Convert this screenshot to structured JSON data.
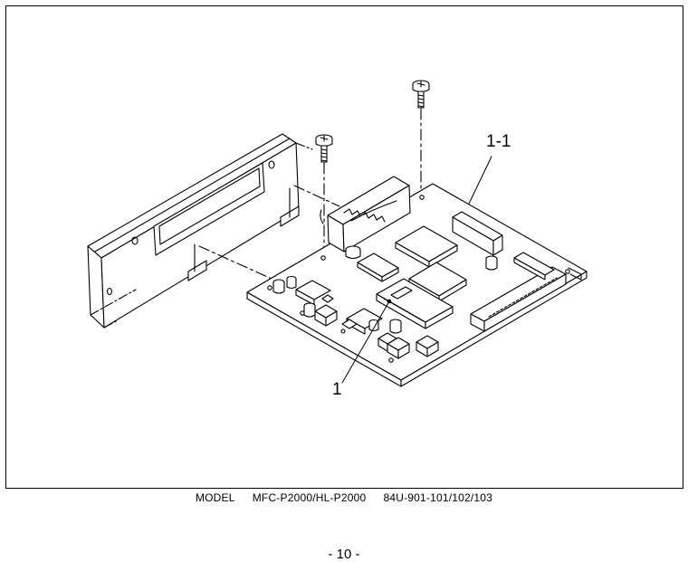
{
  "callouts": {
    "board_assembly": "1-1",
    "board": "1"
  },
  "footer": {
    "model_label": "MODEL",
    "model_names": "MFC-P2000/HL-P2000",
    "model_code": "84U-901-101/102/103"
  },
  "page_number": "- 10 -"
}
